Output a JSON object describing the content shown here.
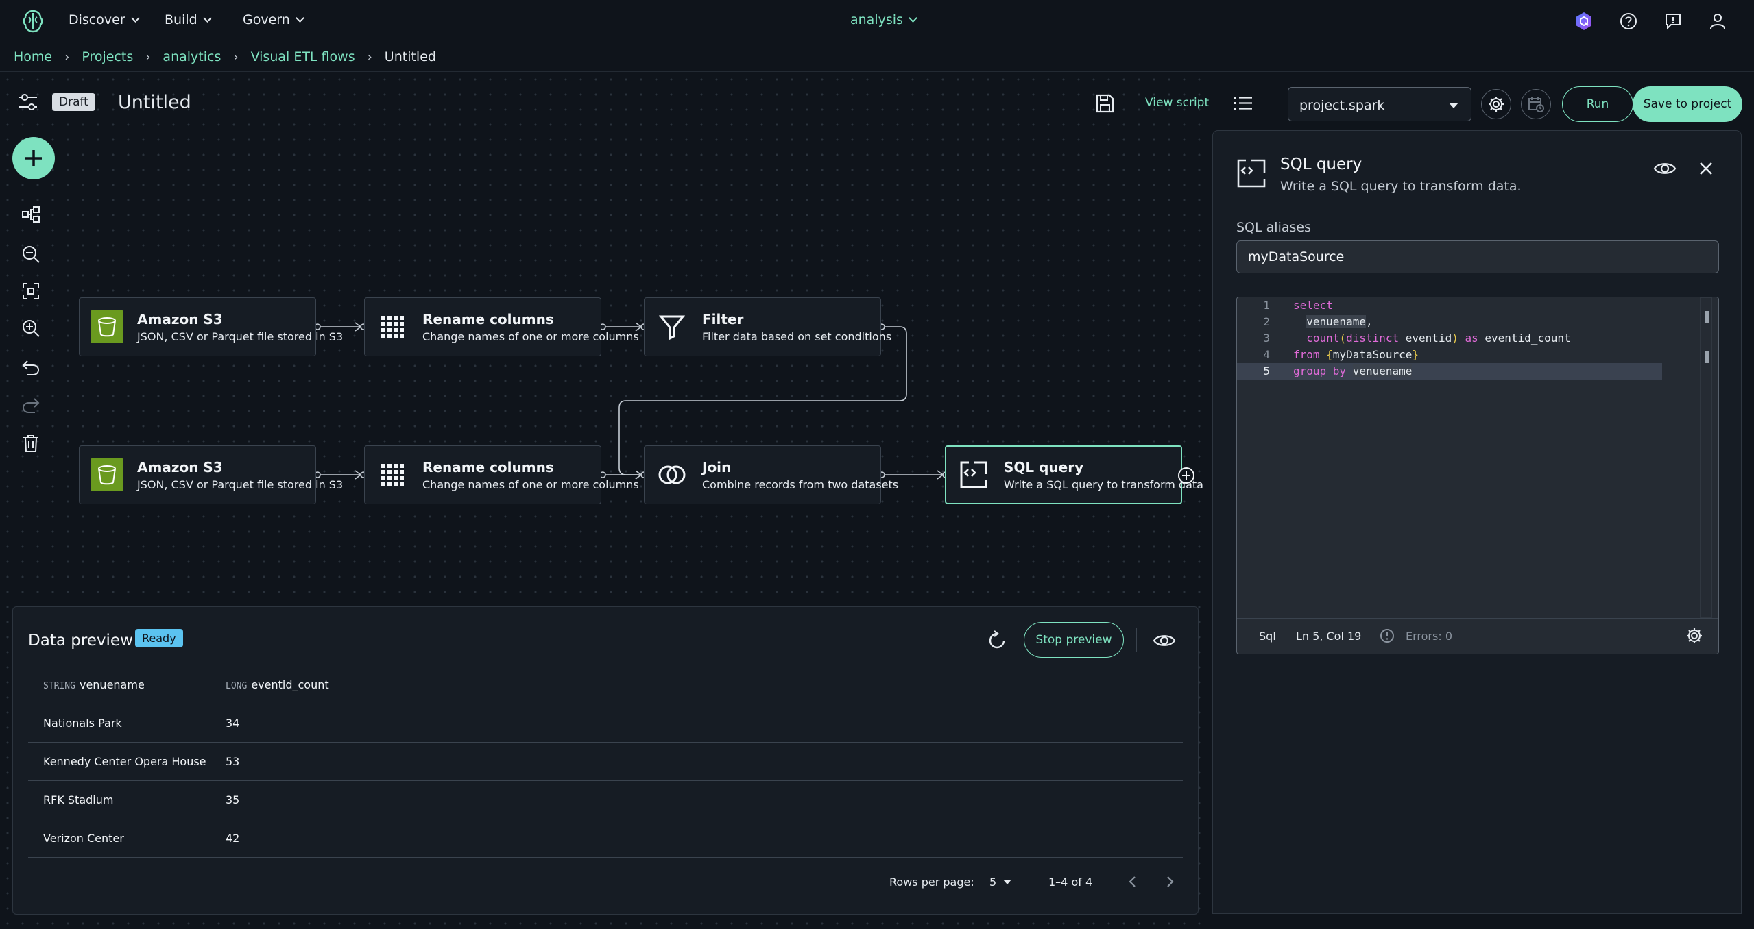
{
  "nav": {
    "menus": [
      "Discover",
      "Build",
      "Govern"
    ],
    "project": "analysis"
  },
  "breadcrumb": {
    "items": [
      "Home",
      "Projects",
      "analytics",
      "Visual ETL flows"
    ],
    "current": "Untitled"
  },
  "flow": {
    "status": "Draft",
    "title": "Untitled"
  },
  "toolbar": {
    "view_script": "View script",
    "runtime": "project.spark",
    "run": "Run",
    "save": "Save to project"
  },
  "nodes": [
    {
      "title": "Amazon S3",
      "desc": "JSON, CSV or Parquet file stored in S3",
      "icon": "s3-bucket-icon"
    },
    {
      "title": "Rename columns",
      "desc": "Change names of one or more columns",
      "icon": "grid-icon"
    },
    {
      "title": "Filter",
      "desc": "Filter data based on set conditions",
      "icon": "filter-icon"
    },
    {
      "title": "Amazon S3",
      "desc": "JSON, CSV or Parquet file stored in S3",
      "icon": "s3-bucket-icon"
    },
    {
      "title": "Rename columns",
      "desc": "Change names of one or more columns",
      "icon": "grid-icon"
    },
    {
      "title": "Join",
      "desc": "Combine records from two datasets",
      "icon": "join-icon"
    },
    {
      "title": "SQL query",
      "desc": "Write a SQL query to transform data",
      "icon": "sql-query-icon"
    }
  ],
  "panel": {
    "title": "SQL query",
    "subtitle": "Write a SQL query to transform data.",
    "alias_label": "SQL aliases",
    "alias_value": "myDataSource",
    "line_numbers": [
      "1",
      "2",
      "3",
      "4",
      "5"
    ],
    "status_lang": "Sql",
    "status_pos": "Ln 5, Col 19",
    "status_errors": "Errors: 0"
  },
  "code": {
    "l1_kw": "select",
    "l2_id": "venuename",
    "l2_tail": ",",
    "l3_fn": "count",
    "l3_paren_open": "(",
    "l3_kw": "distinct",
    "l3_mid": " eventid",
    "l3_paren_close": ")",
    "l3_as": " as",
    "l3_tail": " eventid_count",
    "l4_kw": "from",
    "l4_brace_open": " {",
    "l4_id": "myDataSource",
    "l4_brace_close": "}",
    "l5_kw": "group by",
    "l5_id": "venuename"
  },
  "preview": {
    "title": "Data preview",
    "status": "Ready",
    "stop": "Stop preview",
    "columns": [
      {
        "type": "STRING",
        "name": "venuename"
      },
      {
        "type": "LONG",
        "name": "eventid_count"
      }
    ],
    "rows": [
      [
        "Nationals Park",
        "34"
      ],
      [
        "Kennedy Center Opera House",
        "53"
      ],
      [
        "RFK Stadium",
        "35"
      ],
      [
        "Verizon Center",
        "42"
      ]
    ],
    "rows_per_page_label": "Rows per page:",
    "rows_per_page": "5",
    "range": "1–4 of 4"
  },
  "colors": {
    "accent": "#7ee2c0",
    "background": "#0f141b",
    "panel": "#161c24",
    "s3": "#6a9a1f",
    "ready_badge": "#5bc3f0"
  }
}
